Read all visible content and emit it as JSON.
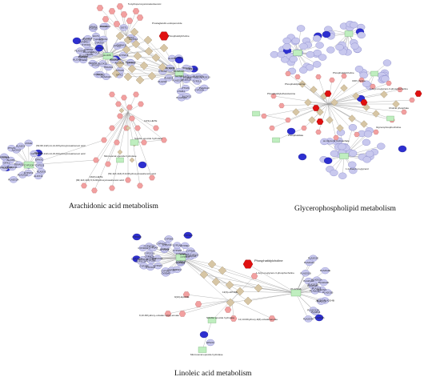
{
  "panels": {
    "arachidonic": {
      "caption": "Arachidonic acid metabolism",
      "labels": {
        "phospholipid": "Phosphatidylcholine",
        "peroxidase": "Prostaglandin-endoperoxide",
        "hydroperoxy": "5-Hydroperoxyeicosatetraenoic",
        "soluble": "Soluble epoxide hydrolase",
        "microsomal": "Microsomal epoxide hydrolase",
        "dihete": "12(S)-HETE",
        "epoxy_a": "(5Z,8Z,14Z)-11,12-Dihydroxyicosatrienoic acid",
        "epoxy_b": "(5Z,8Z,11Z)-14,15-Dihydroxyicosatrienoic acid",
        "epoxy_c": "(8Z,11Z,14Z)-5,6-Dihydroxyicosatrienoic acid",
        "epoxy_d": "(5Z,11Z,14Z)-8,9-Dihydroxyicosatrienoic acid",
        "hete": "16(R)-HETE"
      },
      "genes": [
        "PLA2G4A",
        "PLA2G2A",
        "PLA2G5",
        "PLA2G10",
        "PLA2G6",
        "CYP2C8",
        "CYP2C9",
        "CYP2J2",
        "CYP4A11",
        "CYP4F2",
        "ALOX5",
        "ALOX12",
        "ALOX15",
        "PTGS1",
        "PTGS2",
        "GGT1",
        "GPX1",
        "LTA4H",
        "CYP2U1",
        "PTGIS",
        "TBXAS1",
        "EPHX2"
      ]
    },
    "glycerophospholipid": {
      "caption": "Glycerophospholipid metabolism",
      "labels": {
        "a": "Phosphatidylcholine",
        "b": "1-Acyl-sn-glycero-3-phosphocholine",
        "c": "Phosphatidylethanolamine",
        "d": "Glycerophosphocholine",
        "e": "sn-Glycerol 3-phosphate",
        "f": "Phosphatidylserine",
        "g": "Choline phosphate",
        "h": "CDP-choline",
        "i": "Phosphatidate",
        "j": "1,2-Diacyl-sn-glycerol"
      }
    },
    "linoleic": {
      "caption": "Linoleic acid metabolism",
      "labels": {
        "phospholipid": "Phosphatidylcholine",
        "lyso": "1-Acyl-sn-glycero-3-phosphocholine",
        "hode": "13(S)-HPODE",
        "epome": "9(10)-EpOME",
        "dihome_a": "9,10-Dihydroxy-octadec-12(Z)-enoate",
        "dihome_b": "12,13-Dihydroxy-9(Z)-octadecenoate",
        "soluble": "Soluble epoxide hydrolase",
        "microsomal": "Microsomal epoxide hydrolase",
        "cyp_hub": "CYP2C9",
        "pla_hub": "PLA2G4A"
      },
      "cyp_genes": [
        "CYP2C8",
        "CYP2C9",
        "CYP2C18",
        "CYP2C19",
        "CYP2J2",
        "CYP3A4",
        "CYP3A5",
        "CYP3A7",
        "CYP2E1",
        "CYP1A2",
        "CYP2B6",
        "CYP4F2",
        "CYP4A11"
      ],
      "pla_genes": [
        "PLA2G1B",
        "PLA2G2A",
        "PLA2G2D",
        "PLA2G2E",
        "PLA2G2F",
        "PLA2G3",
        "PLA2G4A",
        "PLA2G5",
        "PLA2G6",
        "PLA2G10",
        "PLA2G12A",
        "JMJD7-PLA2G4B"
      ],
      "ephx_gene": "EPHX2"
    }
  },
  "legend_colors": {
    "gene": "#c8c8ee",
    "gene_highlight": "#2d2fd0",
    "compound": "#f2a0a0",
    "compound_highlight": "#e01010",
    "reaction": "#d7c6a5",
    "hub": "#bfeebf"
  }
}
